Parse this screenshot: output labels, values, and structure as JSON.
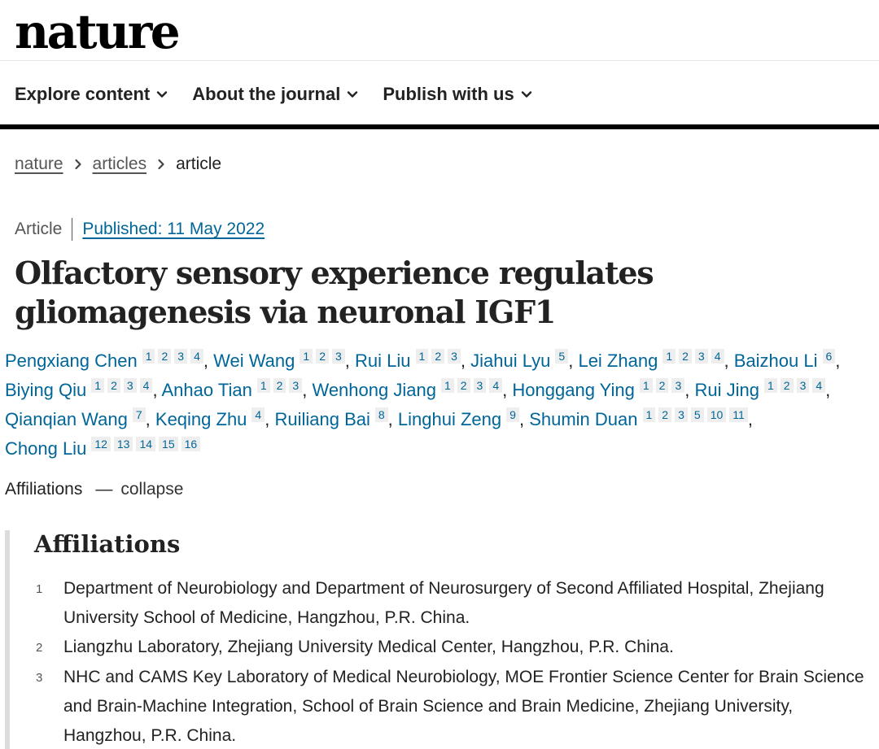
{
  "header": {
    "logo": "nature"
  },
  "nav": {
    "items": [
      {
        "label": "Explore content"
      },
      {
        "label": "About the journal"
      },
      {
        "label": "Publish with us"
      }
    ]
  },
  "breadcrumb": {
    "items": [
      "nature",
      "articles"
    ],
    "current": "article"
  },
  "article": {
    "type": "Article",
    "published": "Published: 11 May 2022",
    "title": "Olfactory sensory experience regulates gliomagenesis via neuronal IGF1"
  },
  "authors": [
    {
      "name": "Pengxiang Chen",
      "refs": [
        "1",
        "2",
        "3",
        "4"
      ]
    },
    {
      "name": "Wei Wang",
      "refs": [
        "1",
        "2",
        "3"
      ]
    },
    {
      "name": "Rui Liu",
      "refs": [
        "1",
        "2",
        "3"
      ]
    },
    {
      "name": "Jiahui Lyu",
      "refs": [
        "5"
      ]
    },
    {
      "name": "Lei Zhang",
      "refs": [
        "1",
        "2",
        "3",
        "4"
      ]
    },
    {
      "name": "Baizhou Li",
      "refs": [
        "6"
      ]
    },
    {
      "name": "Biying Qiu",
      "refs": [
        "1",
        "2",
        "3",
        "4"
      ]
    },
    {
      "name": "Anhao Tian",
      "refs": [
        "1",
        "2",
        "3"
      ]
    },
    {
      "name": "Wenhong Jiang",
      "refs": [
        "1",
        "2",
        "3",
        "4"
      ]
    },
    {
      "name": "Honggang Ying",
      "refs": [
        "1",
        "2",
        "3"
      ]
    },
    {
      "name": "Rui Jing",
      "refs": [
        "1",
        "2",
        "3",
        "4"
      ]
    },
    {
      "name": "Qianqian Wang",
      "refs": [
        "7"
      ]
    },
    {
      "name": "Keqing Zhu",
      "refs": [
        "4"
      ]
    },
    {
      "name": "Ruiliang Bai",
      "refs": [
        "8"
      ]
    },
    {
      "name": "Linghui Zeng",
      "refs": [
        "9"
      ]
    },
    {
      "name": "Shumin Duan",
      "refs": [
        "1",
        "2",
        "3",
        "5",
        "10",
        "11"
      ]
    },
    {
      "name": "Chong Liu",
      "refs": [
        "12",
        "13",
        "14",
        "15",
        "16"
      ]
    }
  ],
  "affiliations_toggle": {
    "label": "Affiliations",
    "dash": "—",
    "action": "collapse"
  },
  "affiliations": {
    "heading": "Affiliations",
    "items": [
      {
        "num": "1",
        "text": "Department of Neurobiology and Department of Neurosurgery of Second Affiliated Hospital, Zhejiang University School of Medicine, Hangzhou, P.R. China."
      },
      {
        "num": "2",
        "text": "Liangzhu Laboratory, Zhejiang University Medical Center, Hangzhou, P.R. China."
      },
      {
        "num": "3",
        "text": "NHC and CAMS Key Laboratory of Medical Neurobiology, MOE Frontier Science Center for Brain Science and Brain-Machine Integration, School of Brain Science and Brain Medicine, Zhejiang University, Hangzhou, P.R. China."
      }
    ]
  },
  "colors": {
    "link": "#006699",
    "text": "#222222",
    "ref_bg": "#eeeeee"
  },
  "icons": {
    "nav_dropdown": "chevron-down-icon",
    "breadcrumb_separator": "chevron-right-icon"
  }
}
